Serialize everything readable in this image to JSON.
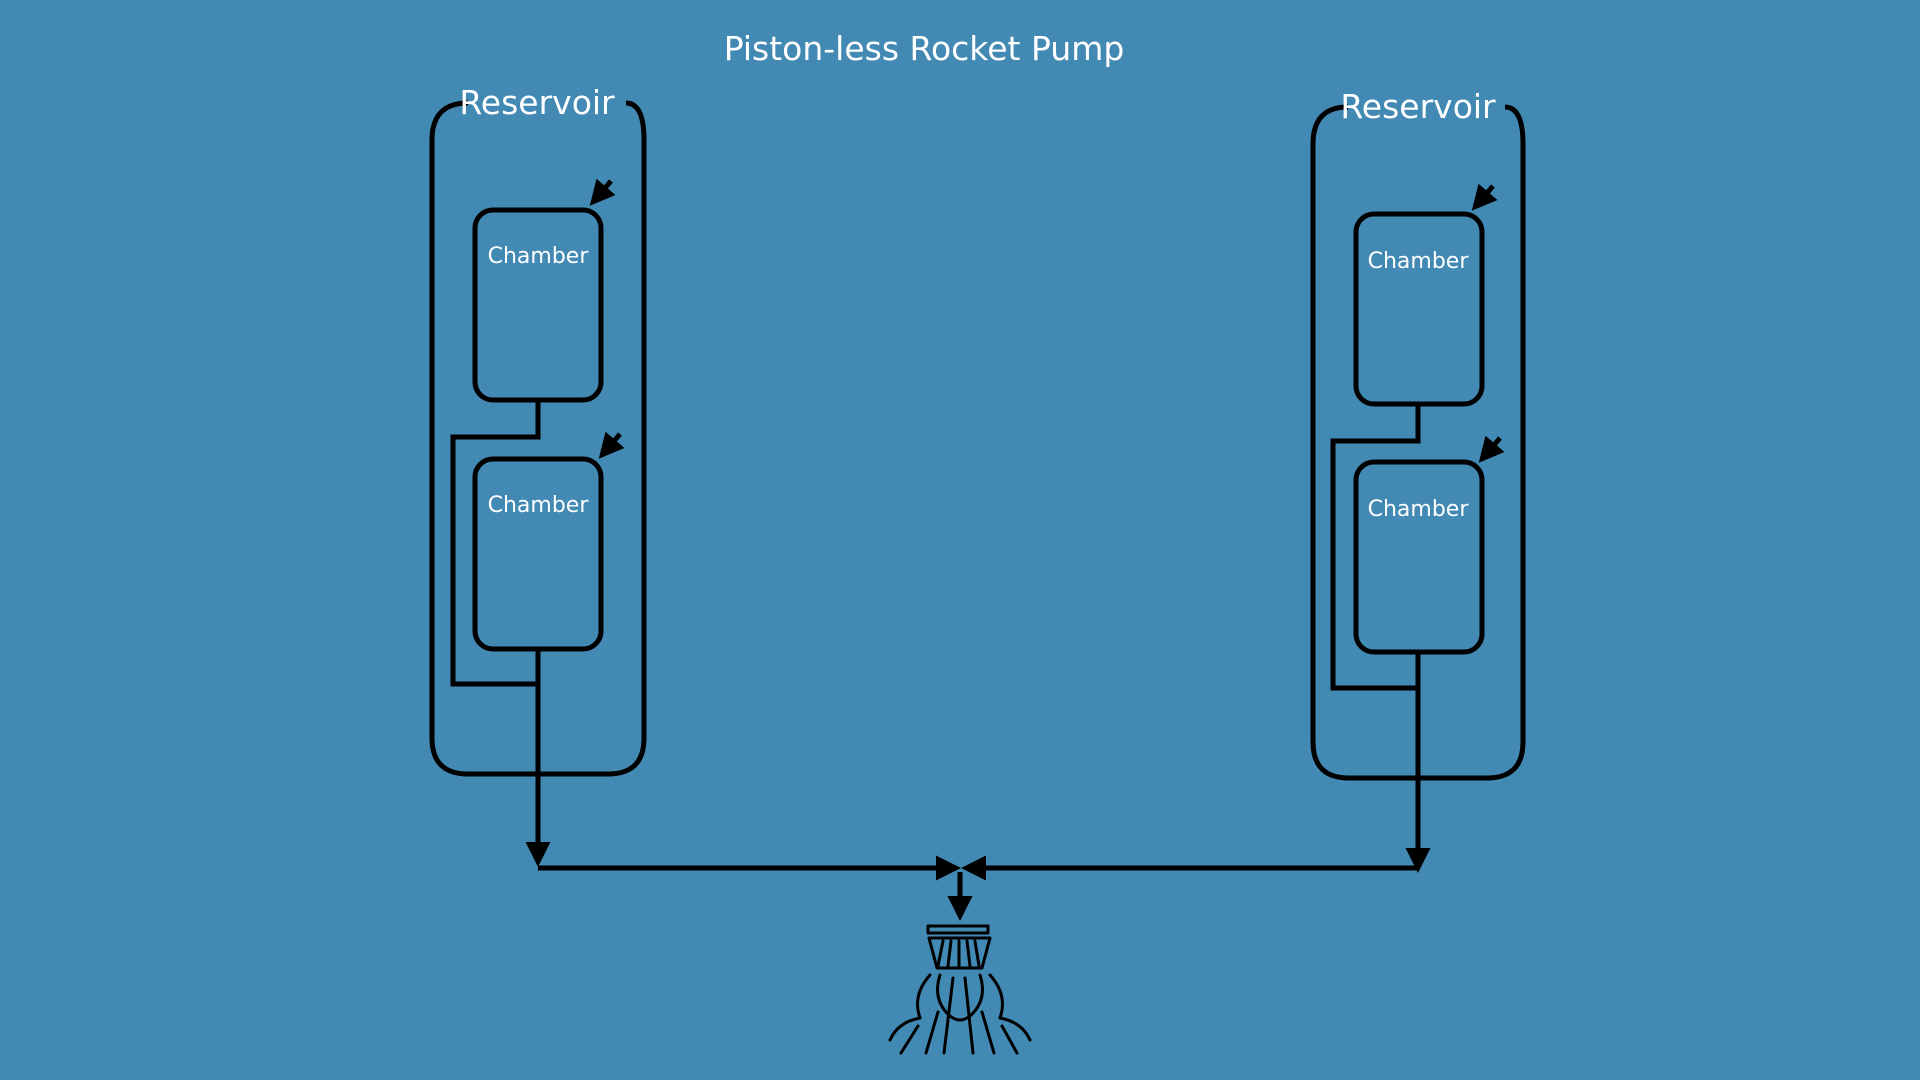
{
  "title": "Piston-less Rocket Pump",
  "colors": {
    "background": "#4289b4",
    "line": "#000000",
    "text": "#ffffff"
  },
  "left_reservoir": {
    "label": "Reservoir",
    "chambers": [
      {
        "label": "Chamber"
      },
      {
        "label": "Chamber"
      }
    ]
  },
  "right_reservoir": {
    "label": "Reservoir",
    "chambers": [
      {
        "label": "Chamber"
      },
      {
        "label": "Chamber"
      }
    ]
  },
  "icons": {
    "pressure_arrow": "arrow-icon",
    "engine": "rocket-nozzle-icon"
  }
}
